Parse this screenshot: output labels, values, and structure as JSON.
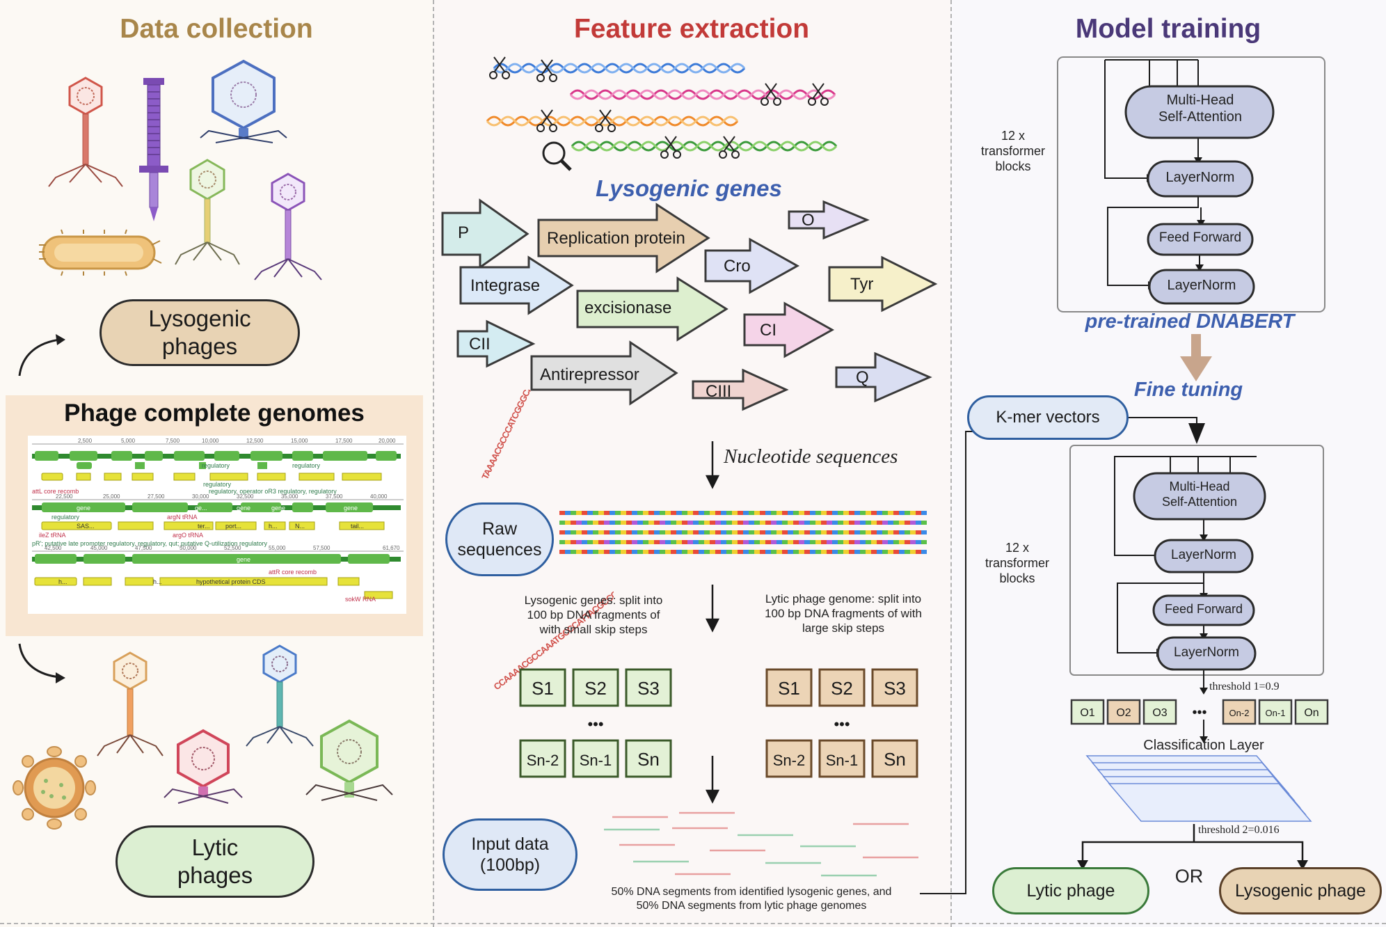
{
  "panels": {
    "data_collection": {
      "title": "Data collection",
      "lysogenic_label": "Lysogenic\nphages",
      "lytic_label": "Lytic\nphages",
      "genome_box_title": "Phage complete genomes",
      "genome_map": {
        "ticks_row1": [
          "2,500",
          "5,000",
          "7,500",
          "10,000",
          "12,500",
          "15,000",
          "17,500",
          "20,000"
        ],
        "ticks_row2": [
          "22,500",
          "25,000",
          "27,500",
          "30,000",
          "32,500",
          "35,000",
          "37,500",
          "40,000"
        ],
        "ticks_row3": [
          "42,500",
          "45,000",
          "47,500",
          "50,000",
          "52,500",
          "55,000",
          "57,500",
          "61,670"
        ],
        "row1_labels": [
          "regulatory",
          "regulatory",
          "regulatory",
          "regulatory, operator oR3 regulatory, regulatory",
          "attL core recomb"
        ],
        "row2_labels": [
          "gene",
          "ge...",
          "gene",
          "gene",
          "gene",
          "regulatory",
          "argN tRNA",
          "SAS...",
          "ter...",
          "port...",
          "h...",
          "N...",
          "tail...",
          "ileZ tRNA",
          "argO tRNA",
          "pR'; putative late promoter regulatory, regulatory, qut; putative Q-utilization regulatory"
        ],
        "row3_labels": [
          "gene",
          "attR core recomb",
          "h...",
          "h...",
          "hypothetical protein CDS",
          "sokW RNA"
        ]
      }
    },
    "feature_extraction": {
      "title": "Feature extraction",
      "genes_heading": "Lysogenic genes",
      "genes": [
        "P",
        "Replication protein",
        "O",
        "Integrase",
        "Cro",
        "Tyr",
        "excisionase",
        "CII",
        "CI",
        "Antirepressor",
        "CIII",
        "Q"
      ],
      "nucleotide_label": "Nucleotide sequences",
      "raw_label": "Raw\nsequences",
      "lysogenic_split": "Lysogenic genes: split into\n100 bp DNA fragments of\nwith small skip steps",
      "lytic_split": "Lytic phage genome: split into\n100 bp DNA fragments of with\nlarge skip steps",
      "fragments_top": [
        "S1",
        "S2",
        "S3"
      ],
      "fragments_bottom": [
        "Sn-2",
        "Sn-1",
        "Sn"
      ],
      "ellipsis": "•••",
      "input_label": "Input data\n(100bp)",
      "input_note": "50% DNA segments from identified lysogenic genes, and\n50% DNA segments from lytic phage genomes",
      "seq_ribbon_1": "TAAAACGCCCATCGGGCATTACGCCCAT",
      "seq_ribbon_2": "CCAAAACGCCAAATGCCCATTACGCCCAT"
    },
    "model_training": {
      "title": "Model training",
      "mha": "Multi-Head\nSelf-Attention",
      "layernorm": "LayerNorm",
      "feedforward": "Feed Forward",
      "blocks_label": "12 x\ntransformer\nblocks",
      "pretrained": "pre-trained DNABERT",
      "finetune": "Fine tuning",
      "kmer": "K-mer vectors",
      "threshold1": "threshold 1=0.9",
      "outputs": [
        "O1",
        "O2",
        "O3",
        "On-2",
        "On-1",
        "On"
      ],
      "ellipsis": "•••",
      "classification": "Classification Layer",
      "threshold2": "threshold 2=0.016",
      "lytic_out": "Lytic phage",
      "or": "OR",
      "lysogenic_out": "Lysogenic phage"
    }
  },
  "colors": {
    "title_left": "#a8864a",
    "title_mid": "#c23a38",
    "title_right": "#4a3878",
    "lysogenic_fill": "#e8d3b4",
    "lytic_fill": "#dcefd2",
    "node_fill": "#c6cbe3",
    "accent_blue": "#3d5fae",
    "frag_green": "#e3f1d6",
    "frag_brown": "#ecd4b6"
  }
}
